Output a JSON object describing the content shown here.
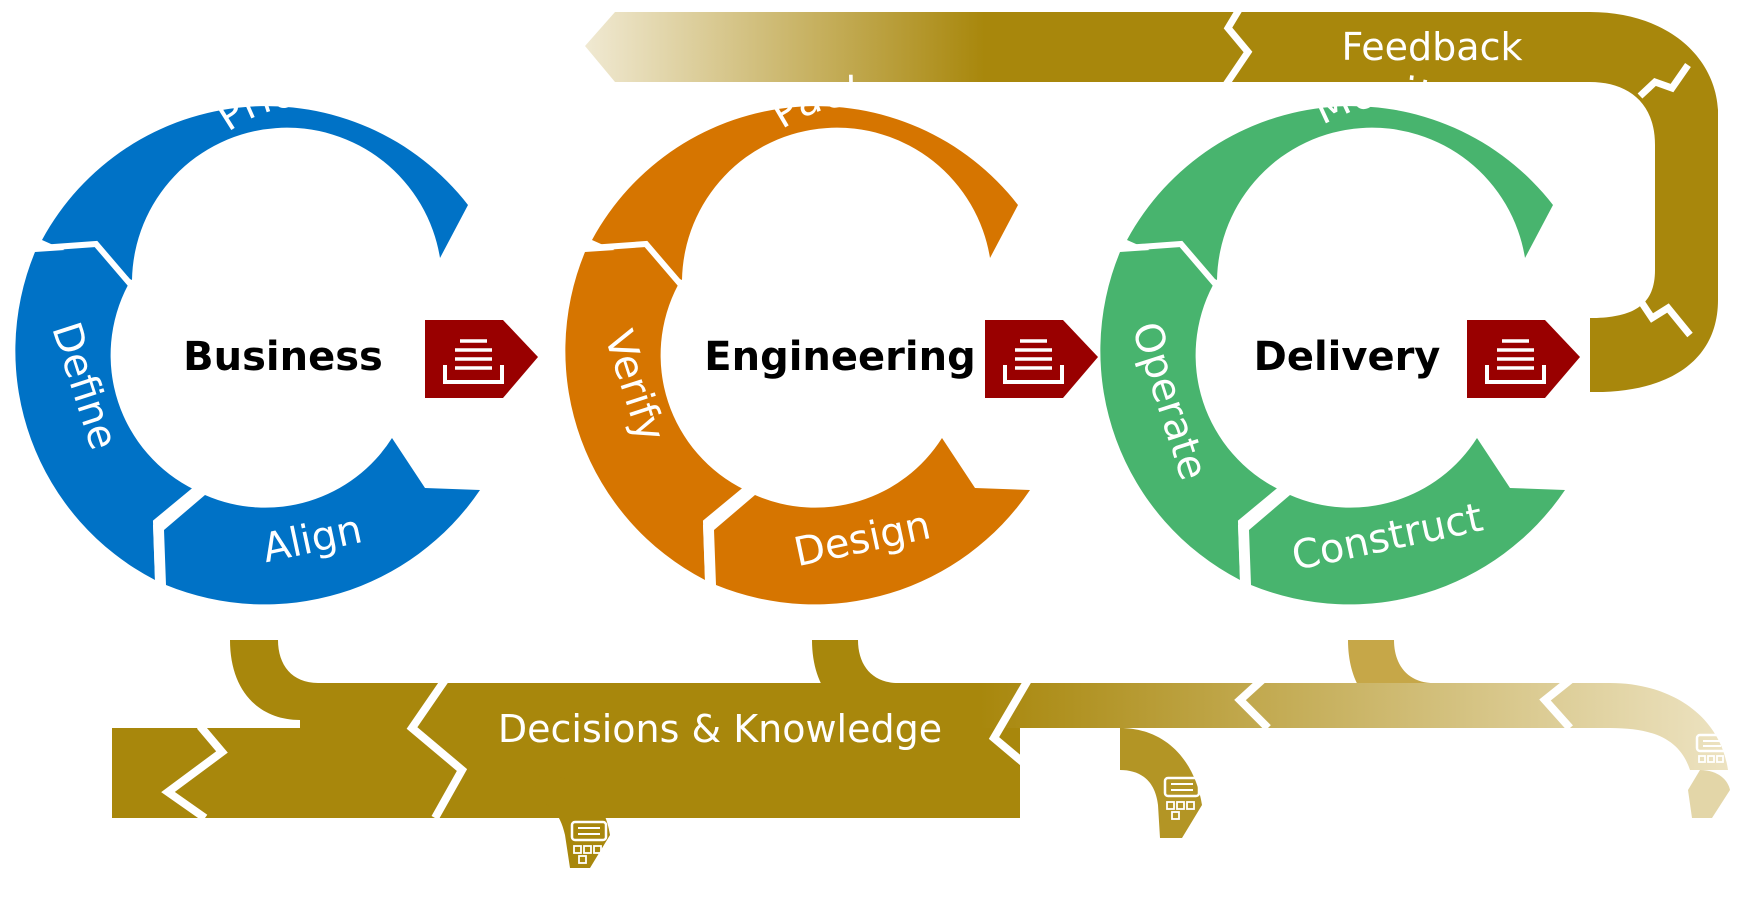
{
  "cycles": [
    {
      "center_label": "Business",
      "color": "#0072C6",
      "segments": {
        "top": "Prioritize",
        "left": "Define",
        "bottom": "Align"
      }
    },
    {
      "center_label": "Engineering",
      "color": "#D67500",
      "segments": {
        "top": "Package",
        "left": "Verify",
        "bottom": "Design"
      }
    },
    {
      "center_label": "Delivery",
      "color": "#48B46E",
      "segments": {
        "top": "Monitor",
        "left": "Operate",
        "bottom": "Construct"
      }
    }
  ],
  "feedback": {
    "label": "Feedback",
    "color": "#A8870C",
    "fade_color": "#F0E9D2"
  },
  "decisions": {
    "label": "Decisions & Knowledge",
    "color": "#A8870C",
    "fade_color": "#F0E9D2"
  },
  "document_icon_color": "#990000",
  "icons": {
    "document": "document-stack-icon",
    "storage": "storage-database-icon"
  }
}
